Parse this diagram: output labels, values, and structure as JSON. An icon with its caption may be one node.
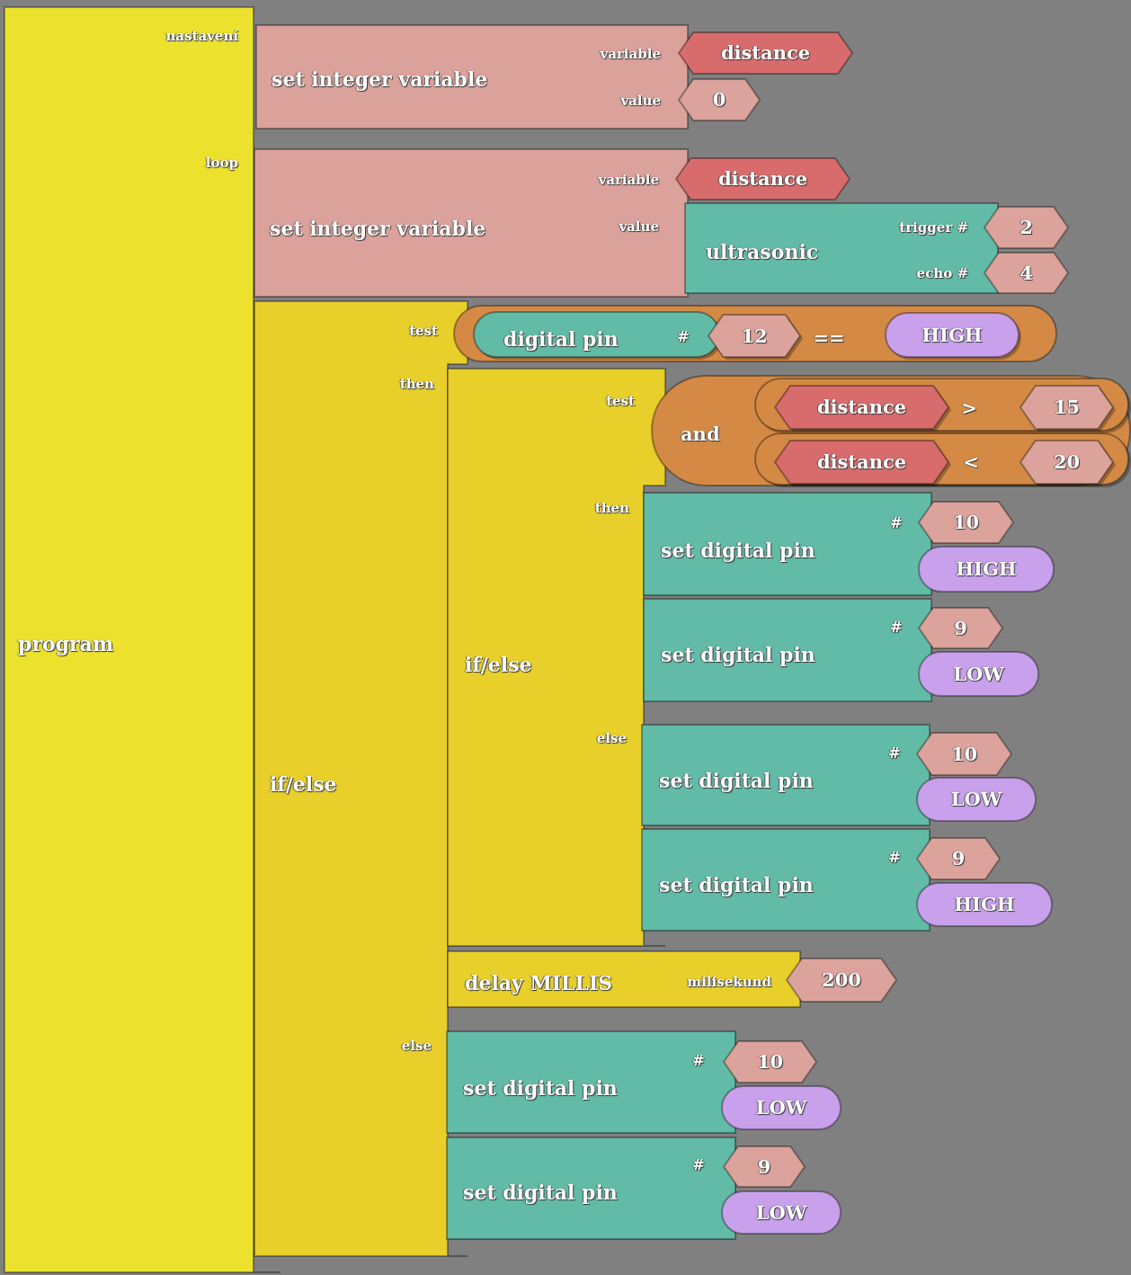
{
  "diagram": {
    "nodes": [
      {
        "text": [
          "nastavení",
          "loop",
          "program"
        ]
      },
      {
        "text": [
          "variable",
          "set integer variable",
          "value"
        ]
      },
      {
        "text": [
          "distance"
        ]
      },
      {
        "text": [
          "0"
        ]
      },
      {
        "text": [
          "variable",
          "set integer variable",
          "value"
        ]
      },
      {
        "text": [
          "distance"
        ]
      },
      {
        "text": [
          "trigger #",
          "ultrasonic",
          "echo #"
        ]
      },
      {
        "text": [
          "2"
        ]
      },
      {
        "text": [
          "4"
        ]
      },
      {
        "text": [
          "test",
          "then",
          "if/else",
          "else"
        ]
      },
      {
        "text": [
          "=="
        ]
      },
      {
        "text": [
          "digital pin",
          "#"
        ],
        "in": 10
      },
      {
        "text": [
          "12"
        ],
        "in": 10
      },
      {
        "text": [
          "HIGH"
        ],
        "in": 10
      },
      {
        "text": [
          "test",
          "then",
          "if/else",
          "else"
        ]
      },
      {
        "text": [
          "and"
        ]
      },
      {
        "text": [
          ">"
        ],
        "in": 15
      },
      {
        "text": [
          "distance"
        ],
        "in": 16
      },
      {
        "text": [
          "15"
        ],
        "in": 16
      },
      {
        "text": [
          "<"
        ],
        "in": 15
      },
      {
        "text": [
          "distance"
        ],
        "in": 19
      },
      {
        "text": [
          "20"
        ],
        "in": 19
      },
      {
        "text": [
          "#",
          "set digital pin"
        ]
      },
      {
        "text": [
          "10"
        ]
      },
      {
        "text": [
          "HIGH"
        ]
      },
      {
        "text": [
          "#",
          "set digital pin"
        ]
      },
      {
        "text": [
          "9"
        ]
      },
      {
        "text": [
          "LOW"
        ]
      },
      {
        "text": [
          "#",
          "set digital pin"
        ]
      },
      {
        "text": [
          "10"
        ]
      },
      {
        "text": [
          "LOW"
        ]
      },
      {
        "text": [
          "#",
          "set digital pin"
        ]
      },
      {
        "text": [
          "9"
        ]
      },
      {
        "text": [
          "HIGH"
        ]
      },
      {
        "text": [
          "delay MILLIS",
          "milisekund"
        ]
      },
      {
        "text": [
          "200"
        ]
      },
      {
        "text": [
          "#",
          "set digital pin"
        ]
      },
      {
        "text": [
          "10"
        ]
      },
      {
        "text": [
          "LOW"
        ]
      },
      {
        "text": [
          "#",
          "set digital pin"
        ]
      },
      {
        "text": [
          "9"
        ]
      },
      {
        "text": [
          "LOW"
        ]
      }
    ]
  }
}
